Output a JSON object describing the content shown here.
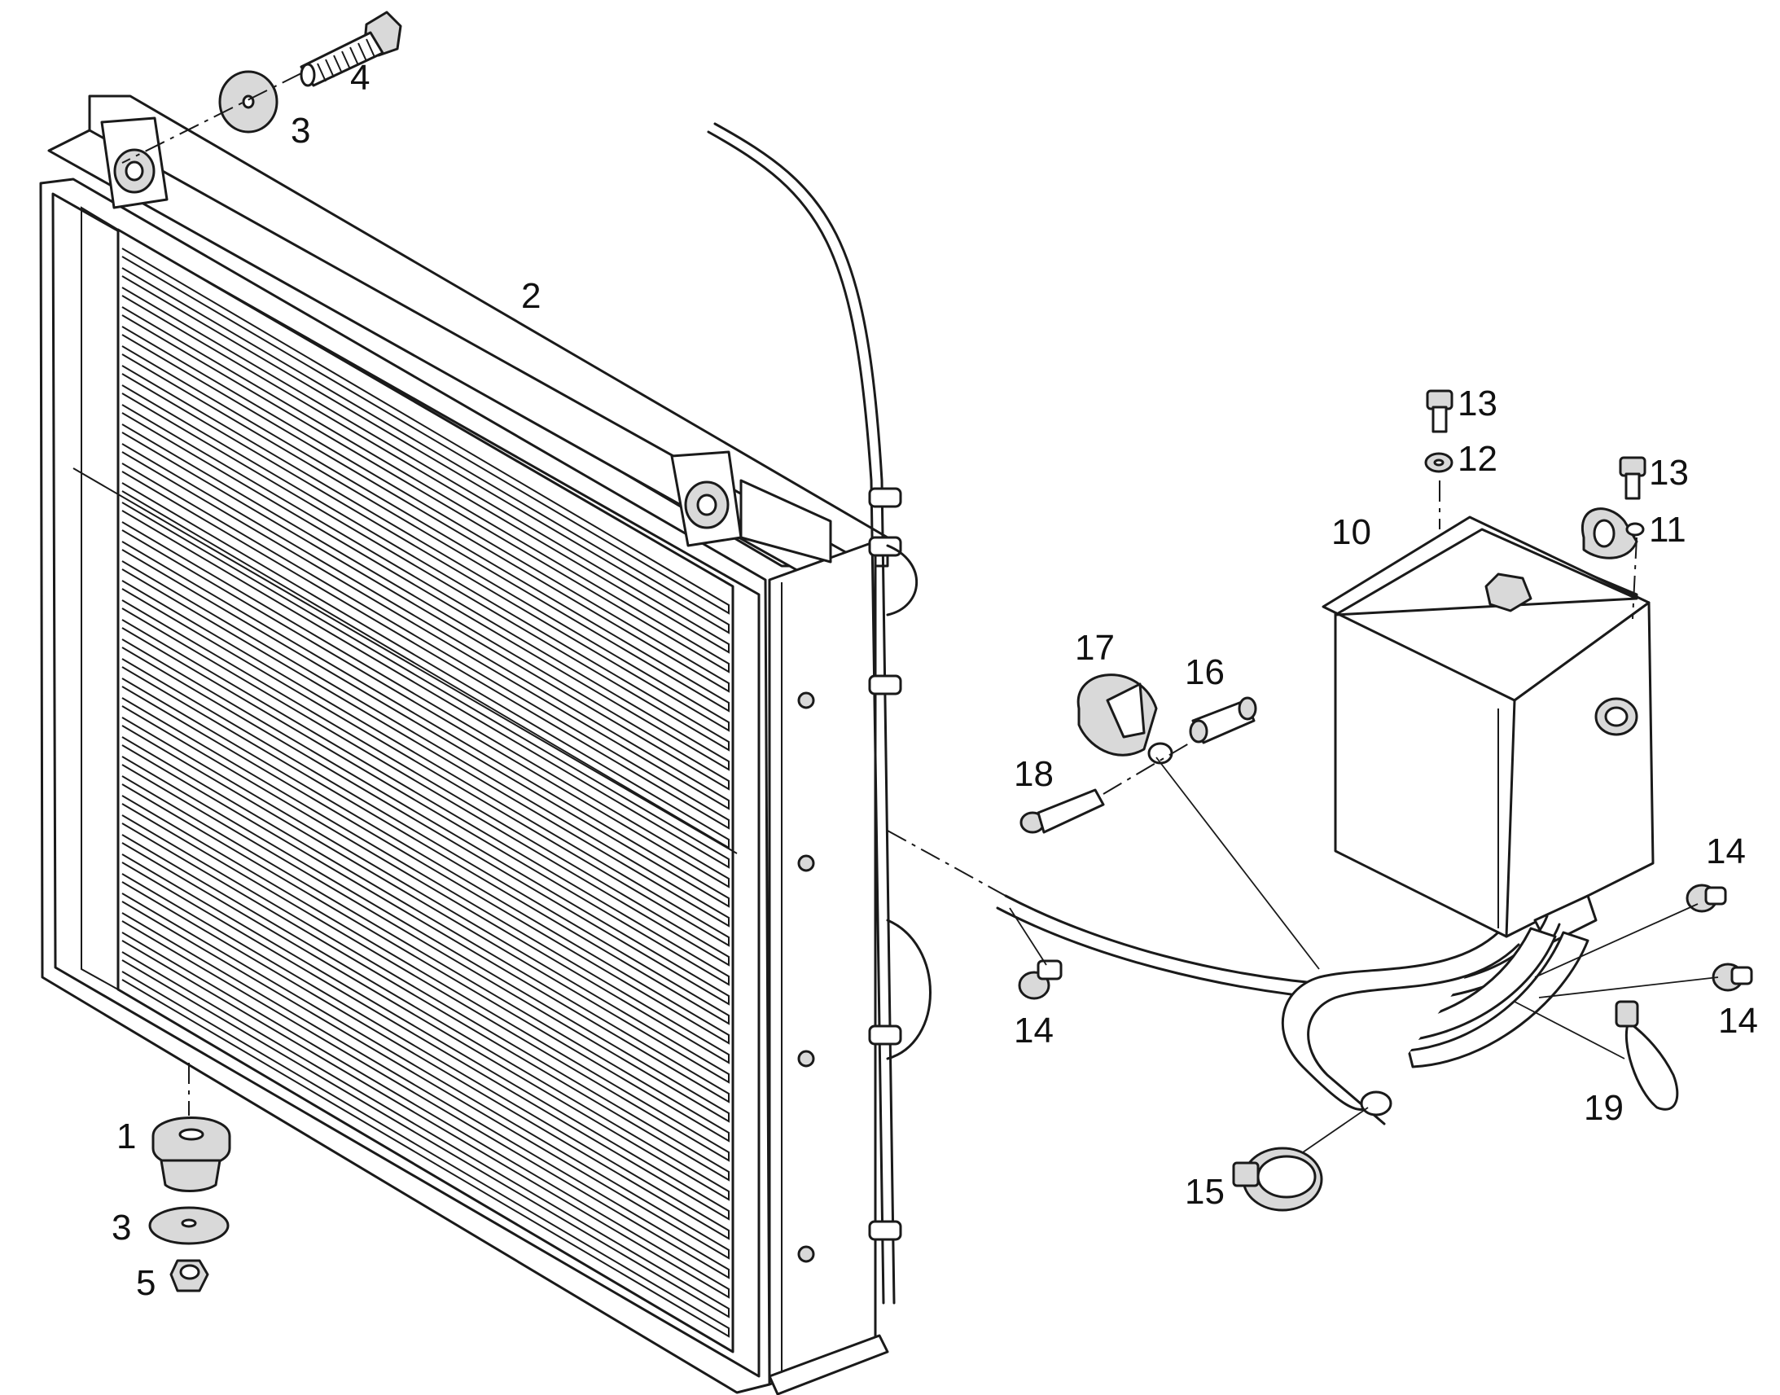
{
  "callouts": {
    "c1": "1",
    "c2": "2",
    "c3a": "3",
    "c3b": "3",
    "c4": "4",
    "c5": "5",
    "c10": "10",
    "c11": "11",
    "c12": "12",
    "c13a": "13",
    "c13b": "13",
    "c14a": "14",
    "c14b": "14",
    "c14c": "14",
    "c15": "15",
    "c16": "16",
    "c17": "17",
    "c18": "18",
    "c19": "19"
  },
  "colors": {
    "line": "#1a1a1a",
    "background": "#ffffff",
    "shade": "#d9d9d9"
  }
}
